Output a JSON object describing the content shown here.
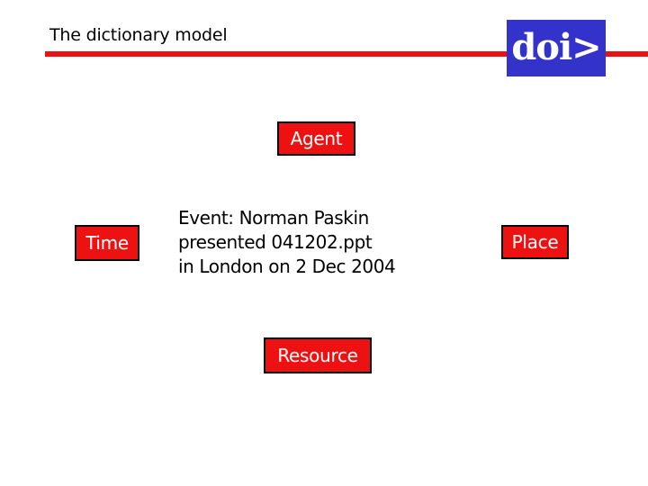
{
  "slide": {
    "title": "The dictionary model",
    "logo": {
      "text": "doi>"
    },
    "entities": {
      "agent": "Agent",
      "time": "Time",
      "place": "Place",
      "resource": "Resource"
    },
    "event_lines": [
      "Event: Norman Paskin",
      "presented 041202.ppt",
      "in London on 2 Dec 2004"
    ],
    "colors": {
      "accent_red": "#ee1111",
      "logo_blue": "#3333cc",
      "entity_text": "#ffffff",
      "body_text": "#000000",
      "background": "#ffffff"
    }
  }
}
